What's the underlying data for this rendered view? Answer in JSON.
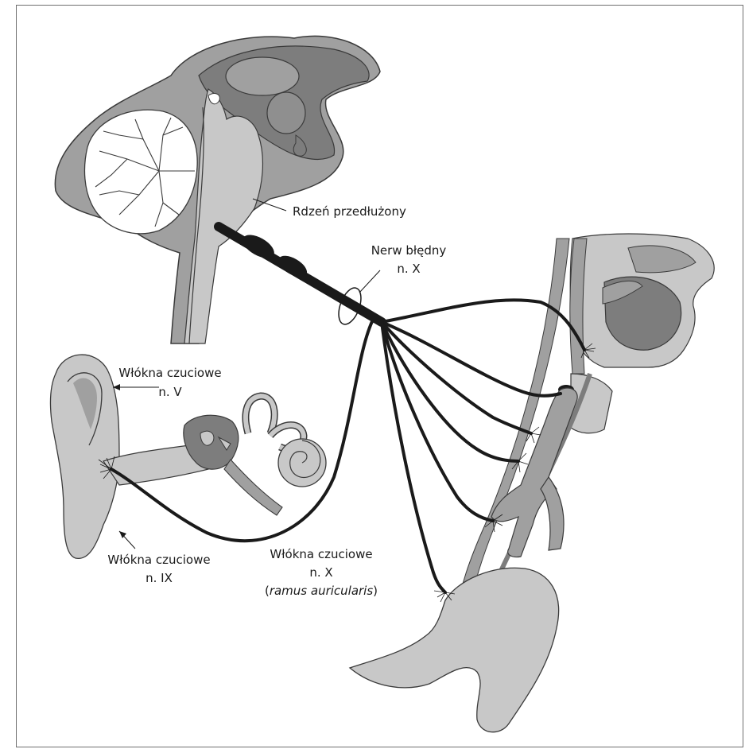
{
  "labels": {
    "medulla": "Rdzeń przedłużony",
    "vagus_line1": "Nerw błędny",
    "vagus_line2": "n. X",
    "trig_line1": "Włókna czuciowe",
    "trig_line2": "n. V",
    "glosso_line1": "Włókna czuciowe",
    "glosso_line2": "n. IX",
    "auric_line1": "Włókna czuciowe",
    "auric_line2": "n. X",
    "auric_line3_open": "(",
    "auric_line3_italic": "ramus auricularis",
    "auric_line3_close": ")"
  },
  "colors": {
    "nerve": "#1a1a1a",
    "tissue_light": "#c8c8c8",
    "tissue_mid": "#a0a0a0",
    "tissue_dark": "#7d7d7d",
    "outline": "#3a3a3a"
  }
}
